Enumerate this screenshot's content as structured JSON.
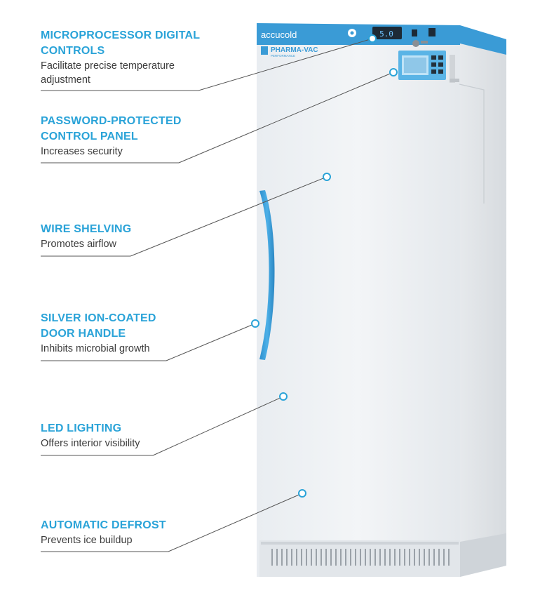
{
  "features": [
    {
      "title": "MICROPROCESSOR DIGITAL\nCONTROLS",
      "desc": "Facilitate precise temperature\nadjustment"
    },
    {
      "title": "PASSWORD-PROTECTED\nCONTROL PANEL",
      "desc": "Increases security"
    },
    {
      "title": "WIRE SHELVING",
      "desc": "Promotes airflow"
    },
    {
      "title": "SILVER ION-COATED\nDOOR HANDLE",
      "desc": "Inhibits microbial growth"
    },
    {
      "title": "LED LIGHTING",
      "desc": "Offers interior visibility"
    },
    {
      "title": "AUTOMATIC DEFROST",
      "desc": "Prevents ice buildup"
    }
  ],
  "product": {
    "brand": "accucold",
    "sub_brand": "PHARMA-VAC",
    "sub_brand_tag": "PERFORMANCE",
    "display_reading": "5.0"
  },
  "colors": {
    "accent": "#2aa3d8",
    "cabinet": "#eef1f4",
    "trim": "#3a9bd6",
    "line": "#555555"
  }
}
